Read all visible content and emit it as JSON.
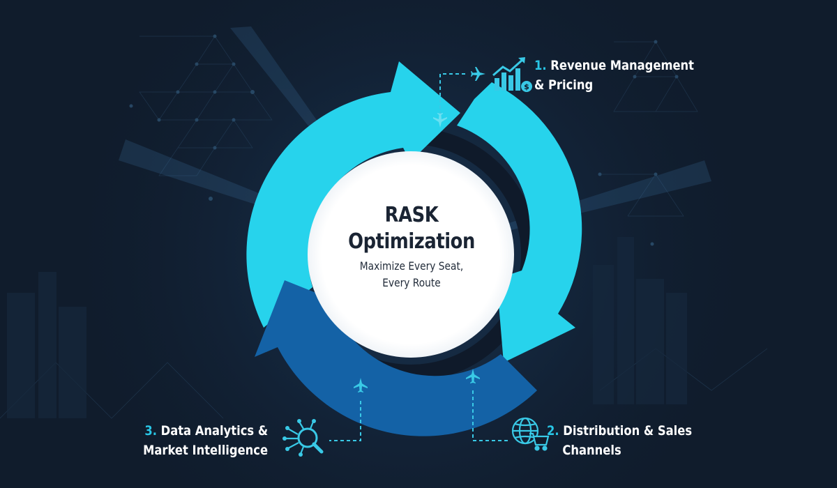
{
  "diagram": {
    "type": "cycle",
    "center": {
      "title_line1": "RASK",
      "title_line2": "Optimization",
      "subtitle_line1": "Maximize Every Seat,",
      "subtitle_line2": "Every Route"
    },
    "steps": [
      {
        "number": "1.",
        "line1": "Revenue Management",
        "line2": "& Pricing",
        "icon": "chart-growth-dollar-icon"
      },
      {
        "number": "2.",
        "line1": "Distribution & Sales",
        "line2": "Channels",
        "icon": "globe-cart-icon"
      },
      {
        "number": "3.",
        "line1": "Data Analytics &",
        "line2": "Market Intelligence",
        "icon": "magnifier-network-icon"
      }
    ],
    "connector_icons": [
      "airplane-icon",
      "airplane-icon",
      "airplane-icon",
      "airplane-icon"
    ]
  },
  "colors": {
    "background": "#101c2c",
    "arrow_light": "#27d3ec",
    "arrow_dark": "#1462a6",
    "center_circle": "#ffffff",
    "accent_number": "#29c6e6",
    "label_text": "#ffffff",
    "center_text": "#1a2433"
  }
}
